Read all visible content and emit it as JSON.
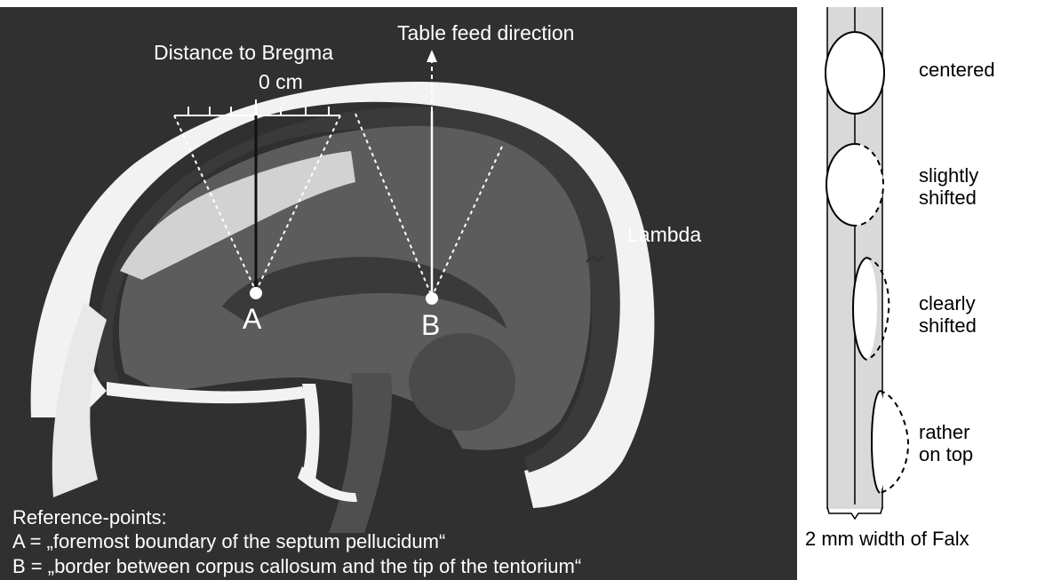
{
  "left_panel": {
    "distance_label": "Distance to Bregma",
    "zero_label": "0 cm",
    "table_feed_label": "Table feed direction",
    "lambda_label": "Lambda",
    "point_a": "A",
    "point_b": "B",
    "reference_title": "Reference-points:",
    "reference_a": "A = „foremost boundary of the septum pellucidum“",
    "reference_b": "B = „border between corpus callosum and the tip of the tentorium“"
  },
  "right_panel": {
    "positions": [
      {
        "line1": "centered",
        "line2": ""
      },
      {
        "line1": "slightly",
        "line2": "shifted"
      },
      {
        "line1": "clearly",
        "line2": "shifted"
      },
      {
        "line1": "rather",
        "line2": "on top"
      }
    ],
    "width_label": "2 mm width of Falx"
  },
  "colors": {
    "background_dark": "#303030",
    "brain_gray": "#5c5c5c",
    "brain_inner": "#3a3a3a",
    "bone_white": "#f2f2f2",
    "fat_light": "#d2d2d2",
    "falx_gray": "#d9d9d9"
  }
}
